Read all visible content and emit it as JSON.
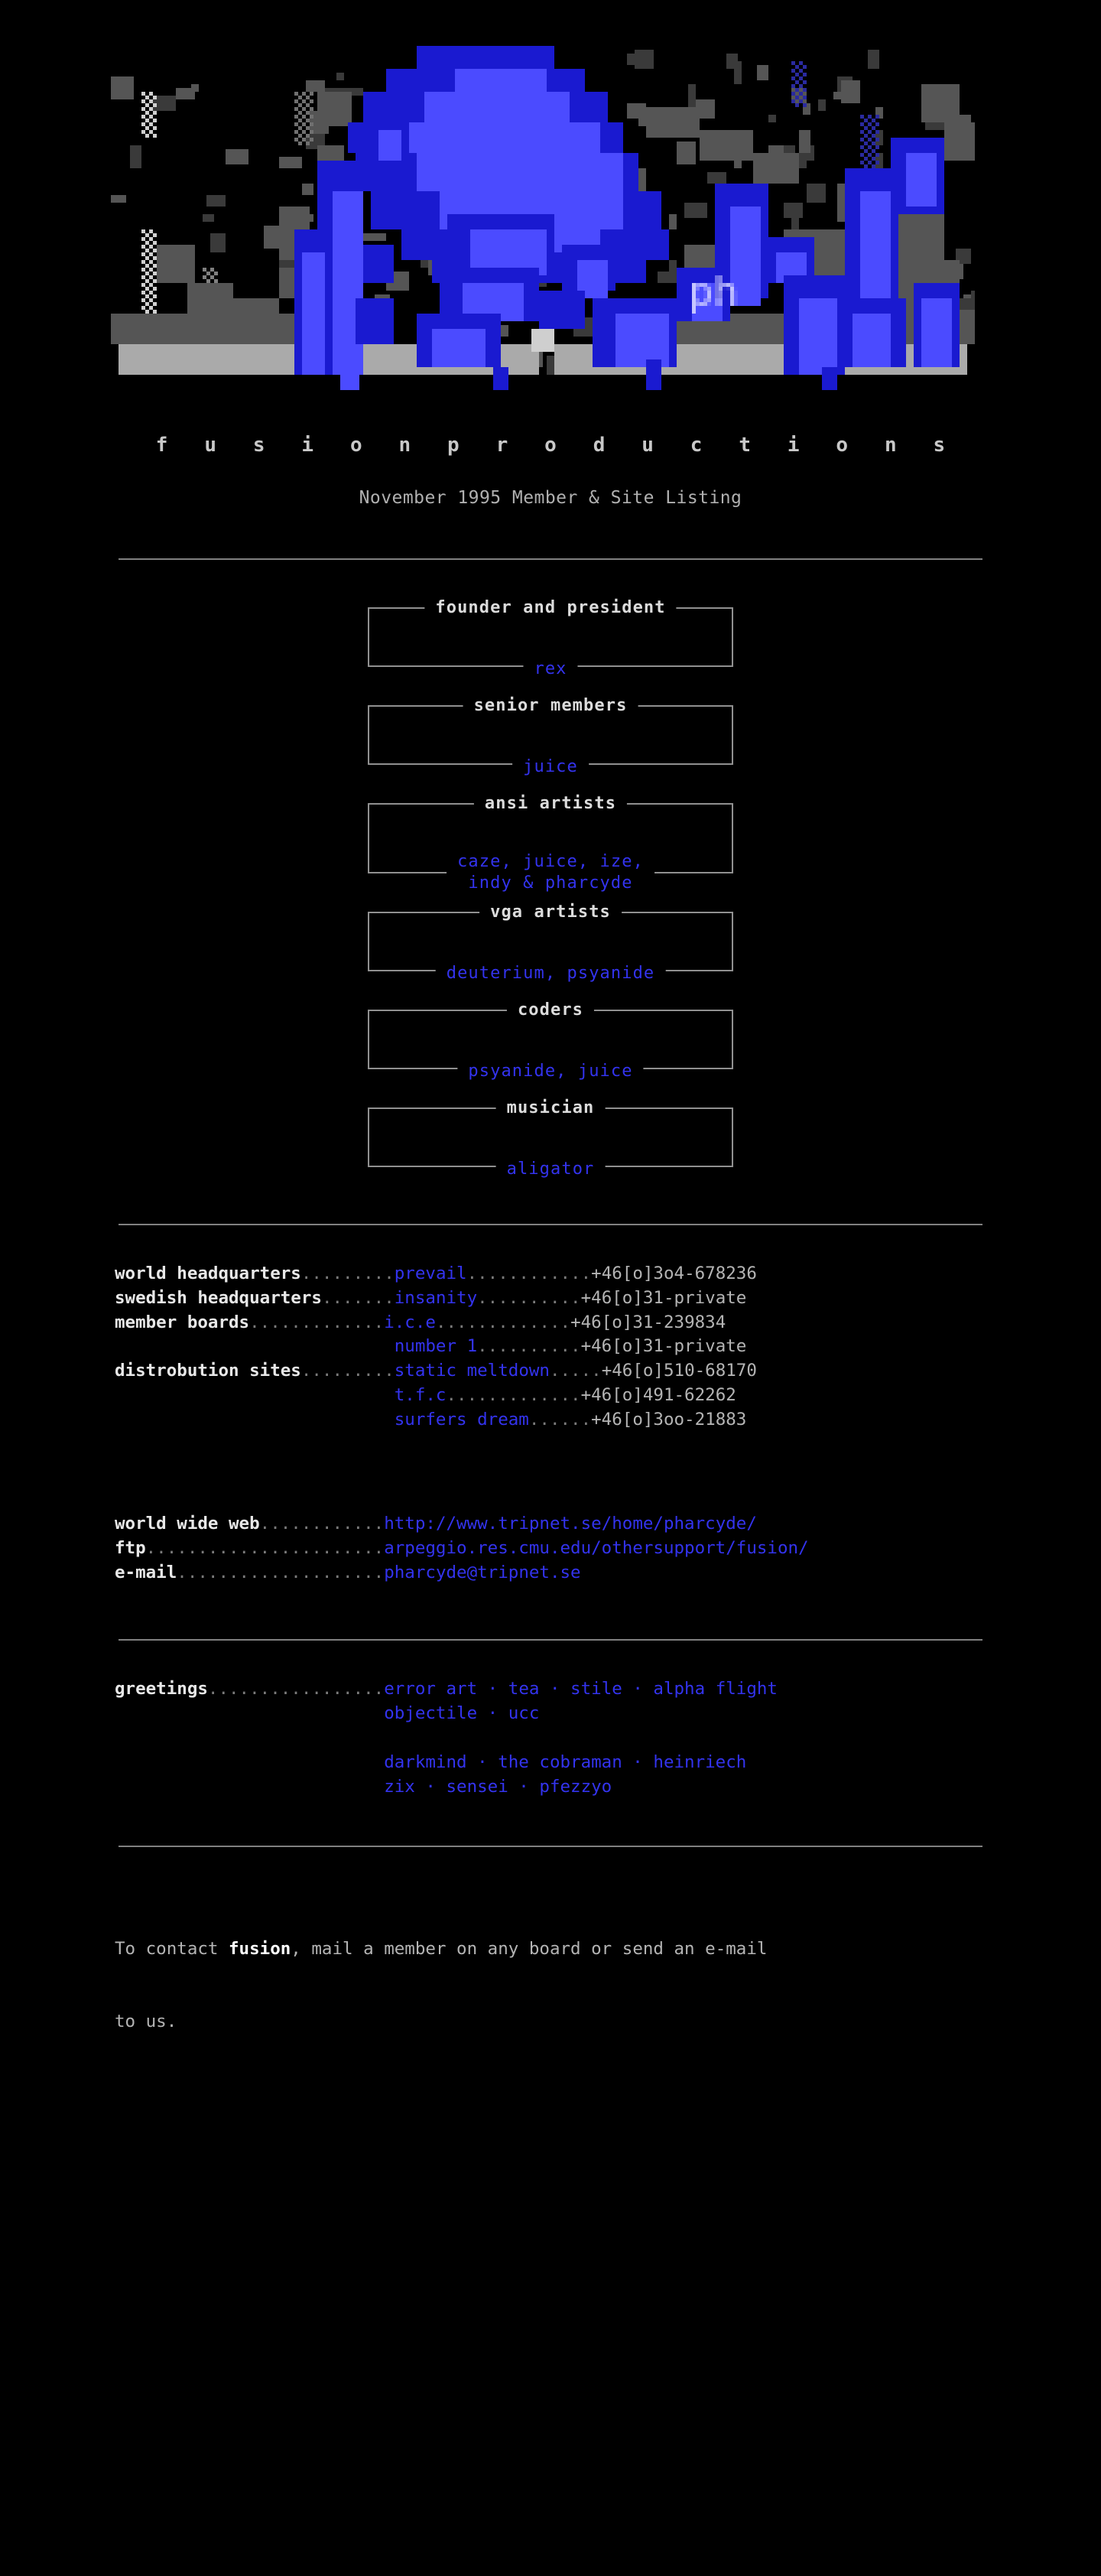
{
  "header": {
    "logo_alt": "fusion pixel graffiti logo",
    "logo_signature": "ph",
    "brandline": "f u s i o n   p r o d u c t i o n s",
    "subtitle": "November 1995 Member & Site Listing"
  },
  "colors": {
    "background": "#000000",
    "accent_blue": "#3333ee",
    "text_grey": "#b4b4b4",
    "text_white": "#e8e8e8",
    "rule_grey": "#808080",
    "logo_blue_light": "#4b4bff",
    "logo_blue_dark": "#1a1ad0",
    "logo_grey_mid": "#555555",
    "logo_grey_light": "#aaaaaa"
  },
  "roles": [
    {
      "title": "founder and president",
      "members": [
        "rex"
      ]
    },
    {
      "title": "senior members",
      "members": [
        "juice"
      ]
    },
    {
      "title": "ansi artists",
      "members": [
        "caze, juice, ize,",
        "indy & pharcyde"
      ]
    },
    {
      "title": "vga artists",
      "members": [
        "deuterium, psyanide"
      ]
    },
    {
      "title": "coders",
      "members": [
        "psyanide, juice"
      ]
    },
    {
      "title": "musician",
      "members": [
        "aligator"
      ]
    }
  ],
  "boards": [
    {
      "label": "world headquarters",
      "label_dots": ".........",
      "name": "prevail",
      "name_dots": "............",
      "number": "+46[o]3o4-678236"
    },
    {
      "label": "swedish headquarters",
      "label_dots": ".......",
      "name": "insanity",
      "name_dots": "..........",
      "number": "+46[o]31-private"
    },
    {
      "label": "member boards",
      "label_dots": ".............",
      "name": "i.c.e",
      "name_dots": ".............",
      "number": "+46[o]31-239834"
    },
    {
      "label": "",
      "label_dots": "",
      "name": "number 1",
      "name_dots": "..........",
      "number": "+46[o]31-private"
    },
    {
      "label": "distrobution sites",
      "label_dots": ".........",
      "name": "static meltdown",
      "name_dots": ".....",
      "number": "+46[o]510-68170"
    },
    {
      "label": "",
      "label_dots": "",
      "name": "t.f.c",
      "name_dots": ".............",
      "number": "+46[o]491-62262"
    },
    {
      "label": "",
      "label_dots": "",
      "name": "surfers dream",
      "name_dots": "......",
      "number": "+46[o]3oo-21883"
    }
  ],
  "net": [
    {
      "label": "world wide web",
      "dots": "............",
      "value": "http://www.tripnet.se/home/pharcyde/"
    },
    {
      "label": "ftp",
      "dots": ".......................",
      "value": "arpeggio.res.cmu.edu/othersupport/fusion/"
    },
    {
      "label": "e-mail",
      "dots": "....................",
      "value": "pharcyde@tripnet.se"
    }
  ],
  "greetings": {
    "label": "greetings",
    "dots": ".................",
    "lines": [
      "error art · tea · stile · alpha flight",
      "objectile · ucc",
      "",
      "darkmind · the cobraman · heinriech",
      "zix · sensei · pfezzyo"
    ]
  },
  "footer": {
    "line1_pre": "To contact ",
    "line1_bold": "fusion",
    "line1_post": ", mail a member on any board or send an e-mail",
    "line2": "to us."
  }
}
